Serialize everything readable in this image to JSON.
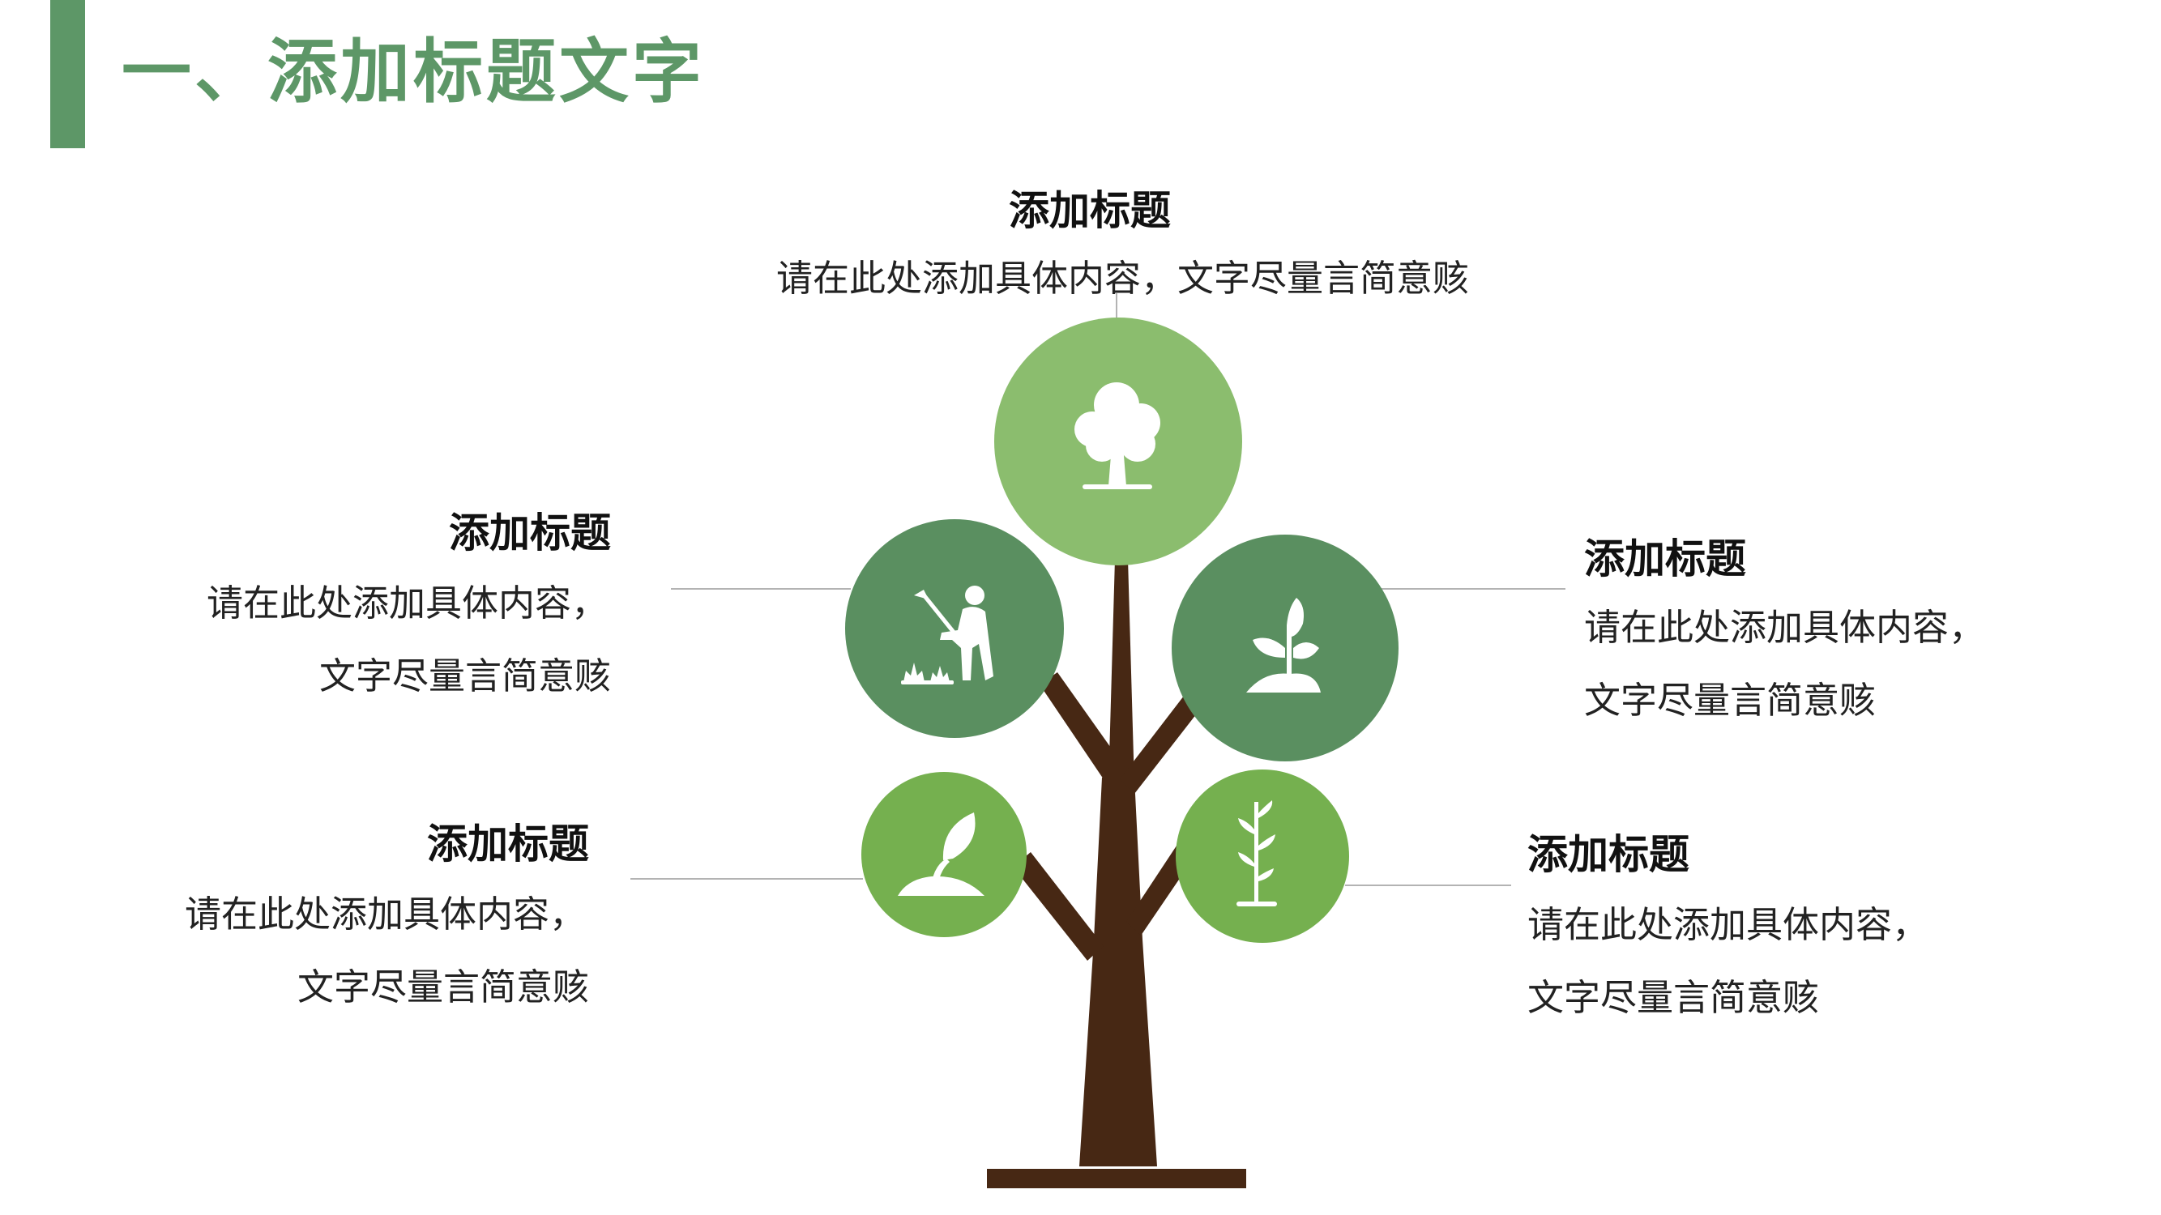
{
  "slide": {
    "title": "一、添加标题文字"
  },
  "colors": {
    "accent": "#5d9767",
    "trunk": "#472814",
    "circle_light": "#8bbd6e",
    "circle_dark": "#5a8f60",
    "circle_bright": "#75b04f",
    "connector": "#b3b3b3",
    "icon": "#ffffff"
  },
  "items": {
    "top": {
      "heading": "添加标题",
      "desc": "请在此处添加具体内容，文字尽量言简意赅",
      "icon": "tree-icon"
    },
    "left_upper": {
      "heading": "添加标题",
      "line1": "请在此处添加具体内容，",
      "line2": "文字尽量言简意赅",
      "icon": "gardener-icon"
    },
    "right_upper": {
      "heading": "添加标题",
      "line1": "请在此处添加具体内容，",
      "line2": "文字尽量言简意赅",
      "icon": "sprout-icon"
    },
    "left_lower": {
      "heading": "添加标题",
      "line1": "请在此处添加具体内容，",
      "line2": "文字尽量言简意赅",
      "icon": "leaf-seedling-icon"
    },
    "right_lower": {
      "heading": "添加标题",
      "line1": "请在此处添加具体内容，",
      "line2": "文字尽量言简意赅",
      "icon": "plant-icon"
    }
  }
}
